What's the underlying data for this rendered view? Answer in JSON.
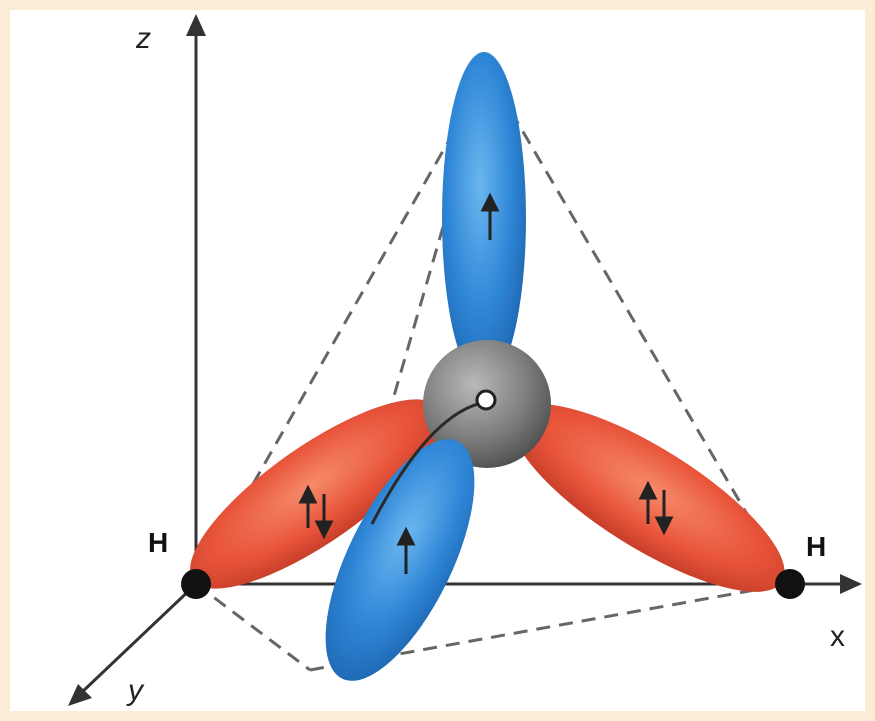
{
  "labels": {
    "z_axis": "z",
    "x_axis": "x",
    "y_axis": "y",
    "h_left": "H",
    "h_right": "H"
  },
  "colors": {
    "background_border": "#fbecd6",
    "axis": "#333333",
    "bonding_orbital": "#e8543a",
    "unpaired_orbital": "#2e86d6",
    "central_atom": "#7d7d7d",
    "hydrogen": "#111111",
    "tetrahedron_edges": "#666666"
  },
  "orbitals": [
    {
      "id": "top",
      "kind": "unpaired",
      "electrons": "↑"
    },
    {
      "id": "front",
      "kind": "unpaired",
      "electrons": "↑"
    },
    {
      "id": "left-bond",
      "kind": "bonding",
      "electrons": "↑↓"
    },
    {
      "id": "right-bond",
      "kind": "bonding",
      "electrons": "↑↓"
    }
  ],
  "icons": [
    "arrow-up-icon",
    "arrow-down-icon"
  ]
}
